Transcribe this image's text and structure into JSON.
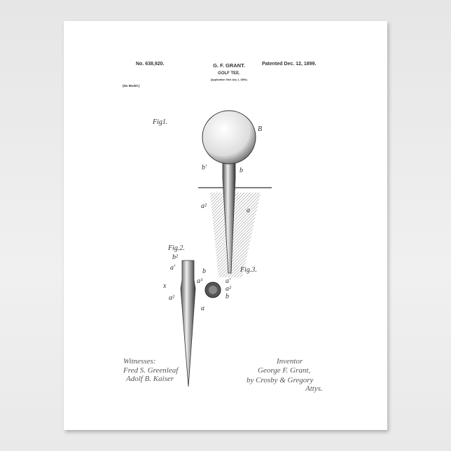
{
  "header": {
    "patent_number": "No. 638,920.",
    "inventor_name": "G. F. GRANT.",
    "title": "GOLF TEE.",
    "application": "(Application filed July 1, 1899.)",
    "model_note": "(No Model.)",
    "patented": "Patented Dec. 12, 1899."
  },
  "figures": {
    "fig1": {
      "label": "Fig1.",
      "refs": [
        "B",
        "b'",
        "b",
        "a²",
        "a"
      ]
    },
    "fig2": {
      "label": "Fig.2.",
      "refs": [
        "b²",
        "a'",
        "b",
        "x",
        "a³",
        "a²",
        "a"
      ]
    },
    "fig3": {
      "label": "Fig.3.",
      "refs": [
        "a'",
        "a²",
        "b"
      ]
    }
  },
  "witnesses": {
    "heading": "Witnesses:",
    "names": [
      "Fred S. Greenleaf",
      "Adolf B. Kaiser"
    ]
  },
  "inventor": {
    "heading": "Inventor",
    "name": "George F. Grant,",
    "by": "by Crosby & Gregory",
    "attys": "Attys."
  },
  "colors": {
    "paper": "#ffffff",
    "ink": "#333333",
    "wall": "#e8e8e8"
  }
}
